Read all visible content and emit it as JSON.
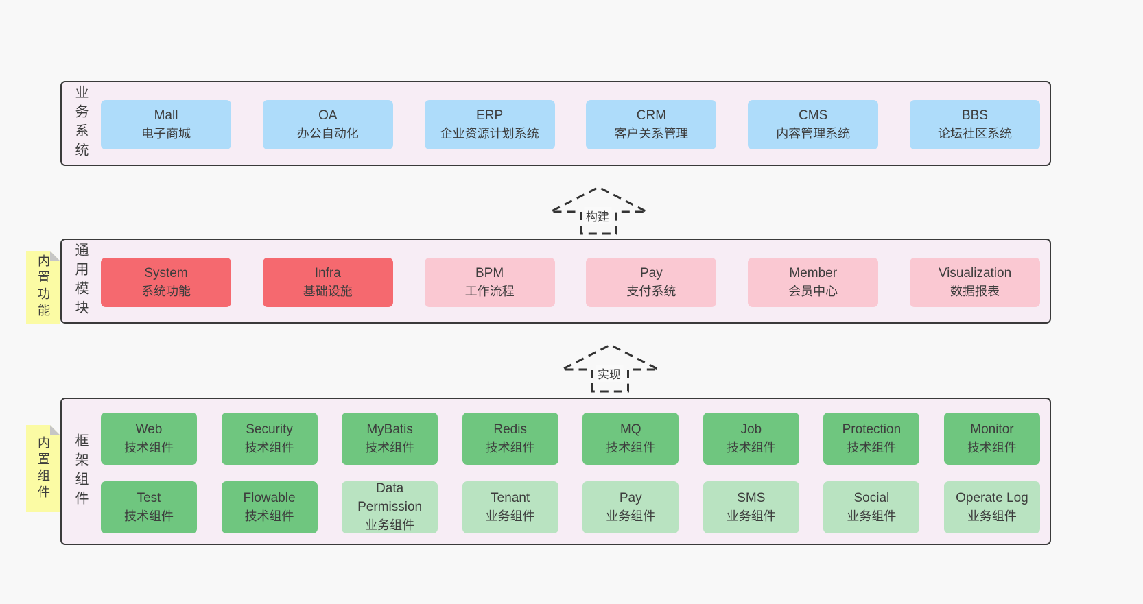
{
  "colors": {
    "page_bg": "#f8f8f8",
    "panel_bg": "#f7edf5",
    "panel_border": "#3a3a3a",
    "blue": "#aedcfa",
    "red": "#f5696f",
    "pink": "#fac8d2",
    "green_dark": "#6fc67f",
    "green_light": "#b9e3c1",
    "sticky_yellow": "#fbfba4",
    "sticky_fold": "#c6c6c6",
    "text": "#3d3d3d"
  },
  "layer_business": {
    "label": "业务系统",
    "boxes": [
      {
        "name": "Mall",
        "desc": "电子商城"
      },
      {
        "name": "OA",
        "desc": "办公自动化"
      },
      {
        "name": "ERP",
        "desc": "企业资源计划系统"
      },
      {
        "name": "CRM",
        "desc": "客户关系管理"
      },
      {
        "name": "CMS",
        "desc": "内容管理系统"
      },
      {
        "name": "BBS",
        "desc": "论坛社区系统"
      }
    ]
  },
  "arrow_build": {
    "label": "构建"
  },
  "layer_modules": {
    "label": "通用模块",
    "sticky": "内置功能",
    "boxes": [
      {
        "name": "System",
        "desc": "系统功能",
        "variant": "red"
      },
      {
        "name": "Infra",
        "desc": "基础设施",
        "variant": "red"
      },
      {
        "name": "BPM",
        "desc": "工作流程",
        "variant": "pink"
      },
      {
        "name": "Pay",
        "desc": "支付系统",
        "variant": "pink"
      },
      {
        "name": "Member",
        "desc": "会员中心",
        "variant": "pink"
      },
      {
        "name": "Visualization",
        "desc": "数据报表",
        "variant": "pink"
      }
    ]
  },
  "arrow_implement": {
    "label": "实现"
  },
  "layer_components": {
    "label": "框架组件",
    "sticky": "内置组件",
    "row1": [
      {
        "name": "Web",
        "desc": "技术组件",
        "variant": "dark"
      },
      {
        "name": "Security",
        "desc": "技术组件",
        "variant": "dark"
      },
      {
        "name": "MyBatis",
        "desc": "技术组件",
        "variant": "dark"
      },
      {
        "name": "Redis",
        "desc": "技术组件",
        "variant": "dark"
      },
      {
        "name": "MQ",
        "desc": "技术组件",
        "variant": "dark"
      },
      {
        "name": "Job",
        "desc": "技术组件",
        "variant": "dark"
      },
      {
        "name": "Protection",
        "desc": "技术组件",
        "variant": "dark"
      },
      {
        "name": "Monitor",
        "desc": "技术组件",
        "variant": "dark"
      }
    ],
    "row2": [
      {
        "name": "Test",
        "desc": "技术组件",
        "variant": "dark"
      },
      {
        "name": "Flowable",
        "desc": "技术组件",
        "variant": "dark"
      },
      {
        "name": "Data Permission",
        "desc": "业务组件",
        "variant": "light"
      },
      {
        "name": "Tenant",
        "desc": "业务组件",
        "variant": "light"
      },
      {
        "name": "Pay",
        "desc": "业务组件",
        "variant": "light"
      },
      {
        "name": "SMS",
        "desc": "业务组件",
        "variant": "light"
      },
      {
        "name": "Social",
        "desc": "业务组件",
        "variant": "light"
      },
      {
        "name": "Operate Log",
        "desc": "业务组件",
        "variant": "light"
      }
    ]
  }
}
